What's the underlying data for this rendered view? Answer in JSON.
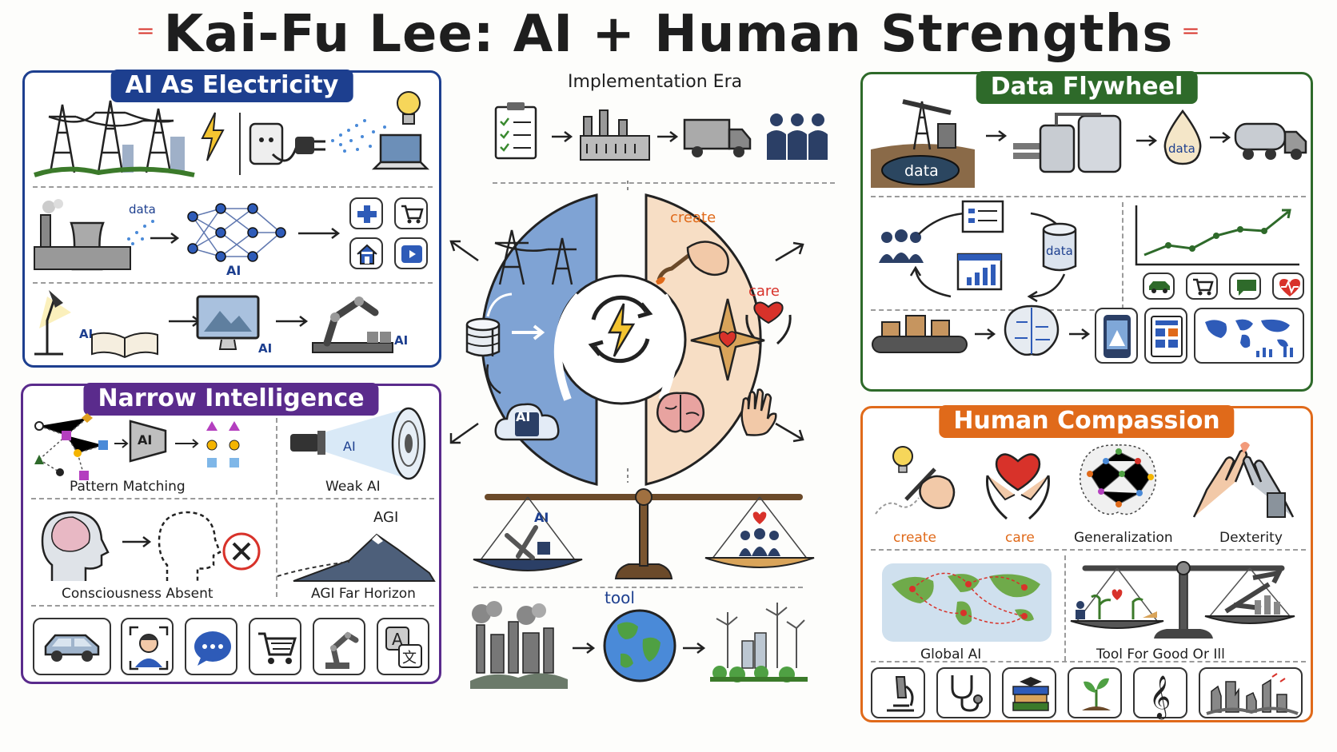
{
  "title": "Kai-Fu Lee: AI + Human Strengths",
  "colors": {
    "blue": "#1d3f8f",
    "green": "#2e6a2a",
    "purple": "#5a2b8c",
    "orange": "#e06a1a",
    "red": "#d8322a"
  },
  "electricity": {
    "title": "AI As Electricity",
    "data_label": "data",
    "ai_label": "AI",
    "row3_labels": [
      "AI",
      "AI",
      "AI"
    ],
    "app_icons": [
      "medical-cross-icon",
      "cart-icon",
      "home-icon",
      "video-icon"
    ]
  },
  "implementation": {
    "title": "Implementation Era",
    "steps": [
      "checklist-icon",
      "factory-icon",
      "truck-icon",
      "people-icon"
    ]
  },
  "flywheel": {
    "title": "Data Flywheel",
    "oil_label": "data",
    "drop_label": "data",
    "db_label": "data",
    "app_icons": [
      "car-icon",
      "cart-icon",
      "chat-icon",
      "heart-rate-icon"
    ]
  },
  "narrow": {
    "title": "Narrow Intelligence",
    "pattern_ai": "AI",
    "weak_ai_label": "AI",
    "agi_label": "AGI",
    "captions": [
      "Pattern Matching",
      "Weak AI",
      "Consciousness Absent",
      "AGI Far Horizon"
    ],
    "apps": [
      "car-icon",
      "face-id-icon",
      "chat-icon",
      "cart-icon",
      "robot-arm-icon",
      "translate-icon"
    ]
  },
  "center": {
    "create_label": "create",
    "care_label": "care",
    "chip_label": "AI",
    "scale_ai_label": "AI",
    "tool_label": "tool"
  },
  "compassion": {
    "title": "Human Compassion",
    "row1": [
      {
        "label": "create",
        "colored": true
      },
      {
        "label": "care",
        "colored": true
      },
      {
        "label": "Generalization",
        "colored": false
      },
      {
        "label": "Dexterity",
        "colored": false
      }
    ],
    "row2": [
      "Global AI",
      "Tool For Good Or Ill"
    ],
    "apps": [
      "microscope-icon",
      "stethoscope-icon",
      "books-icon",
      "sprout-icon",
      "music-icon",
      "ruins-icon"
    ]
  }
}
